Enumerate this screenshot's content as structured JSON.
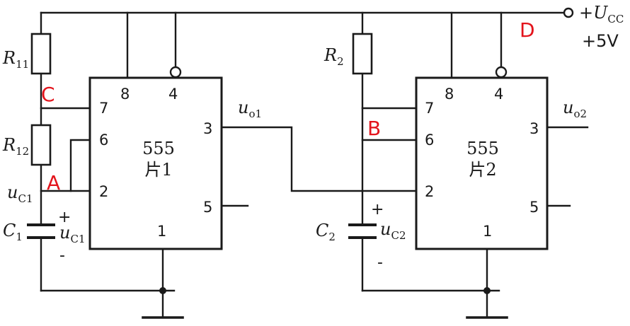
{
  "chip1": {
    "number": "555",
    "name": "片1",
    "pins": {
      "p8": "8",
      "p4": "4",
      "p7": "7",
      "p6": "6",
      "p2": "2",
      "p3": "3",
      "p5": "5",
      "p1": "1"
    }
  },
  "chip2": {
    "number": "555",
    "name": "片2",
    "pins": {
      "p8": "8",
      "p4": "4",
      "p7": "7",
      "p6": "6",
      "p2": "2",
      "p3": "3",
      "p5": "5",
      "p1": "1"
    }
  },
  "components": {
    "r11": {
      "main": "R",
      "sub": "11"
    },
    "r12": {
      "main": "R",
      "sub": "12"
    },
    "r2": {
      "main": "R",
      "sub": "2"
    },
    "c1": {
      "main": "C",
      "sub": "1"
    },
    "c2": {
      "main": "C",
      "sub": "2"
    }
  },
  "signals": {
    "uc1_left": {
      "main": "u",
      "sub": "C1"
    },
    "uc1_cap": {
      "main": "u",
      "sub": "C1"
    },
    "uc2_cap": {
      "main": "u",
      "sub": "C2"
    },
    "uo1": {
      "main": "u",
      "sub": "o1"
    },
    "uo2": {
      "main": "u",
      "sub": "o2"
    }
  },
  "polarity": {
    "plus": "+",
    "minus": "-"
  },
  "supply": {
    "prefix": "+",
    "main": "U",
    "sub": "CC",
    "voltage": "+5V"
  },
  "points": {
    "A": "A",
    "B": "B",
    "C": "C",
    "D": "D"
  },
  "colors": {
    "wire": "#1a1a1a",
    "marker": "#e3141c"
  }
}
